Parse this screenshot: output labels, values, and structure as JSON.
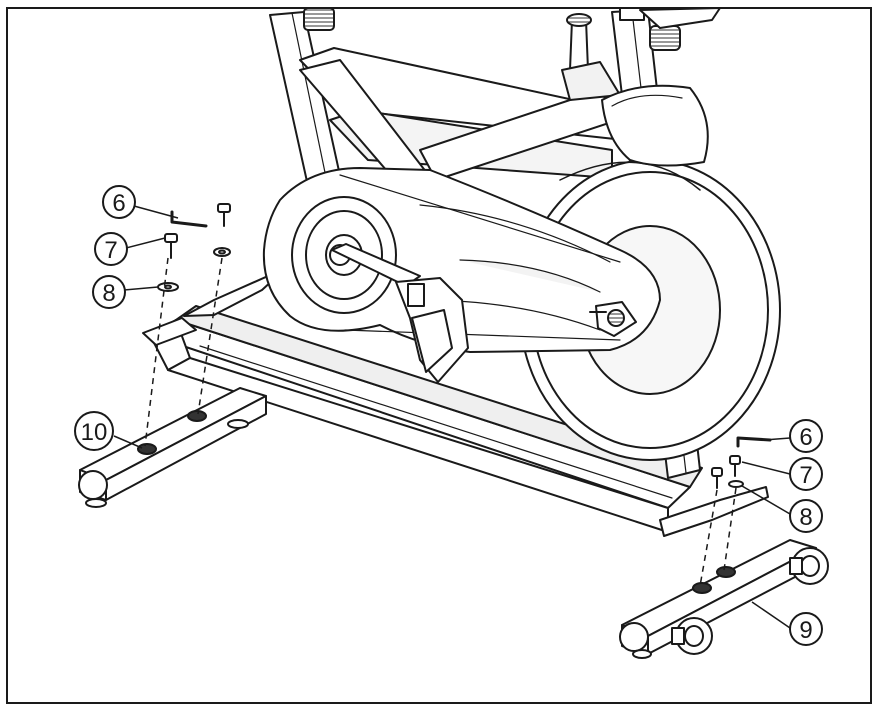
{
  "diagram": {
    "callouts": {
      "left_6": "6",
      "left_7": "7",
      "left_8": "8",
      "left_10": "10",
      "right_6": "6",
      "right_7": "7",
      "right_8": "8",
      "right_9": "9"
    },
    "colors": {
      "line": "#1a1a1a",
      "fill": "#ffffff",
      "shade": "#d9d9d9",
      "dark": "#555555"
    }
  }
}
